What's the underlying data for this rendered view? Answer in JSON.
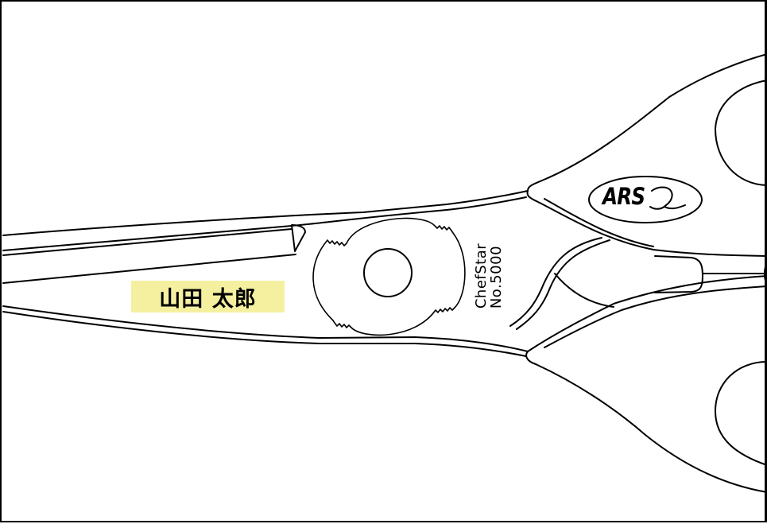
{
  "product": {
    "brand_logo_text": "ARS",
    "model_line1": "ChefStar",
    "model_line2": "No.5000"
  },
  "engraving": {
    "name_text": "山田 太郎",
    "highlight_color": "#f5f0a0"
  },
  "colors": {
    "line": "#000000",
    "background": "#ffffff"
  }
}
